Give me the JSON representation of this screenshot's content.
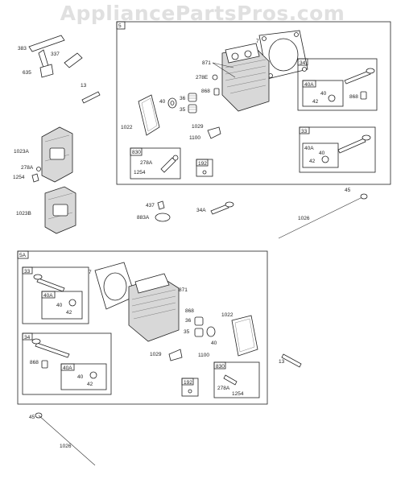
{
  "watermark": "AppliancePartsPros.com",
  "upper": {
    "box_id": "5",
    "labels": {
      "p7": "7",
      "p871": "871",
      "p278E": "278E",
      "p40a": "40",
      "p36": "36",
      "p868": "868",
      "p35": "35",
      "p1022": "1022",
      "p1029": "1029",
      "p1100": "1100",
      "p830": "830",
      "p278A": "278A",
      "p1254": "1254",
      "p192": "192",
      "sub34": "34",
      "s34_40A": "40A",
      "s34_40": "40",
      "s34_42": "42",
      "s34_868": "868",
      "sub33": "33",
      "s33_40A": "40A",
      "s33_40": "40",
      "s33_42": "42"
    }
  },
  "left": {
    "p383": "383",
    "p337": "337",
    "p635": "635",
    "p13": "13",
    "p1023A": "1023A",
    "p278A": "278A",
    "p1254": "1254",
    "p1023B": "1023B"
  },
  "middle": {
    "p437": "437",
    "p883A": "883A",
    "p34A": "34A",
    "p45": "45",
    "p1026": "1026"
  },
  "lower": {
    "box_id": "5A",
    "labels": {
      "sub33": "33",
      "s33_40A": "40A",
      "s33_40": "40",
      "s33_42": "42",
      "p7": "7",
      "p871": "871",
      "p868": "868",
      "p36": "36",
      "p35": "35",
      "p40": "40",
      "p1022": "1022",
      "sub34": "34",
      "s34_868": "868",
      "s34_40A": "40A",
      "s34_40": "40",
      "s34_42": "42",
      "p1029": "1029",
      "p1100": "1100",
      "p192": "192",
      "p830": "830",
      "p278A": "278A",
      "p1254": "1254",
      "p13": "13"
    }
  },
  "bottom": {
    "p45": "45",
    "p1026": "1026"
  }
}
